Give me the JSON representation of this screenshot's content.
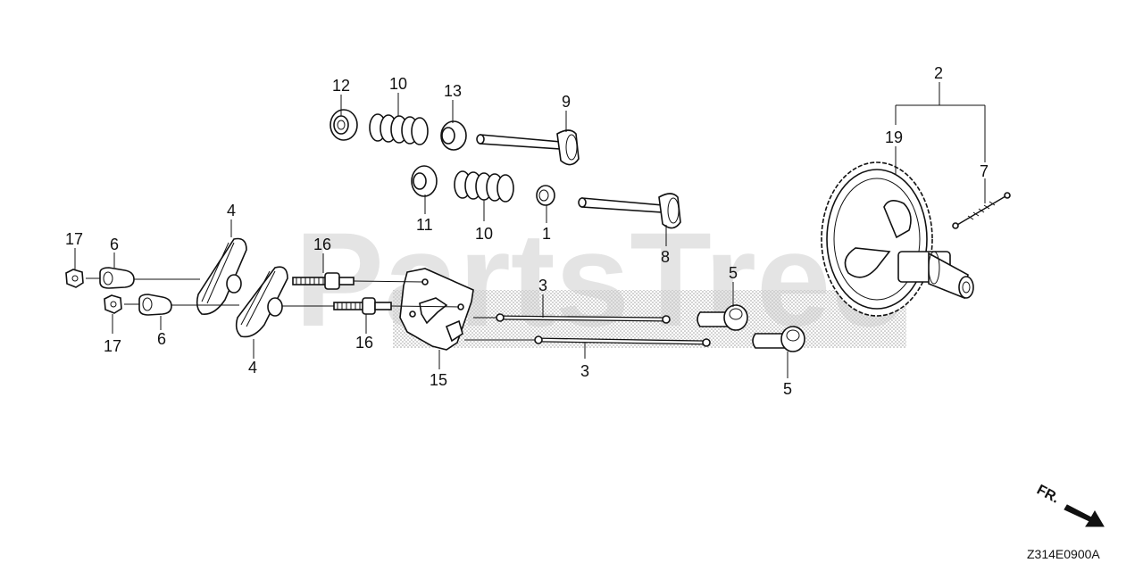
{
  "watermark": "PartsTree",
  "figure_code": "Z314E0900A",
  "direction_label": "FR.",
  "callouts": {
    "c1": "1",
    "c2": "2",
    "c3a": "3",
    "c3b": "3",
    "c4a": "4",
    "c4b": "4",
    "c5a": "5",
    "c5b": "5",
    "c6a": "6",
    "c6b": "6",
    "c7": "7",
    "c8": "8",
    "c9": "9",
    "c10a": "10",
    "c10b": "10",
    "c11": "11",
    "c12": "12",
    "c13": "13",
    "c15": "15",
    "c16a": "16",
    "c16b": "16",
    "c17a": "17",
    "c17b": "17",
    "c19": "19"
  },
  "colors": {
    "line": "#111111",
    "watermark": "#cfcfcf",
    "background": "#ffffff"
  }
}
